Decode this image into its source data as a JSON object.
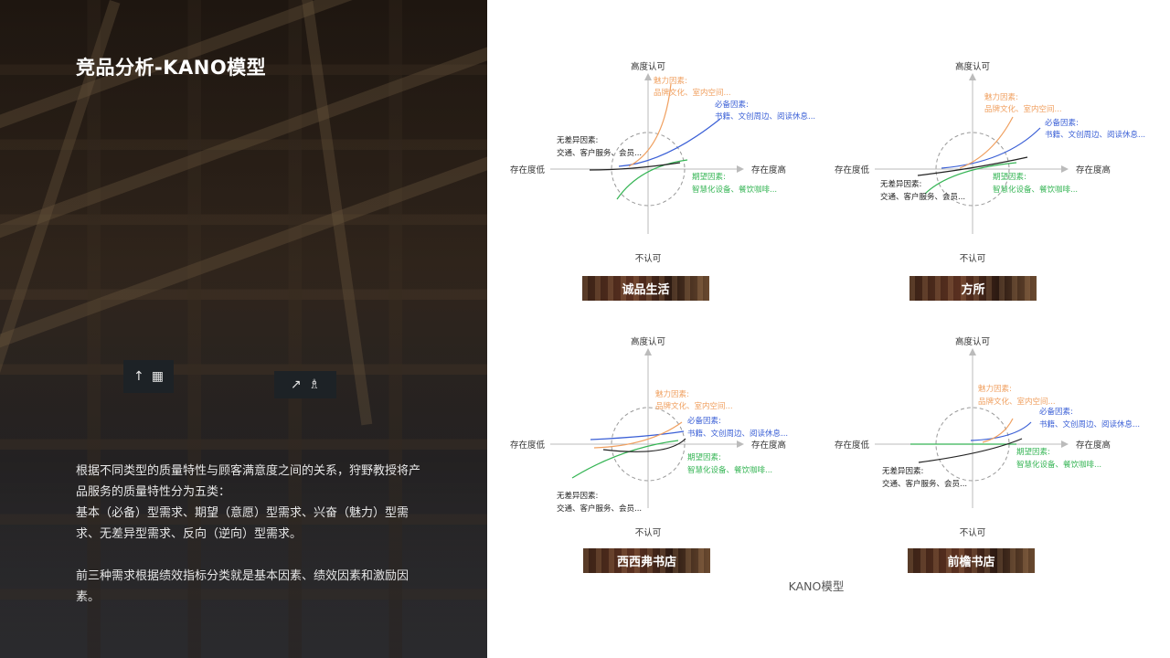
{
  "title": "竞品分析-KANO模型",
  "intro": {
    "lines": [
      "根据不同类型的质量特性与顾客满意度之间的关系，狩野教授将产品服务的质量特性分为五类：",
      "基本（必备）型需求、期望（意愿）型需求、兴奋（魅力）型需求、无差异型需求、反向（逆向）型需求。",
      "前三种需求根据绩效指标分类就是基本因素、绩效因素和激励因素。"
    ]
  },
  "background": {
    "sign_icons": [
      "up-arrow-icon",
      "escalator-icon",
      "restroom-icon"
    ]
  },
  "axes": {
    "top": "高度认可",
    "bottom": "不认可",
    "left": "存在度低",
    "right": "存在度高"
  },
  "factors": {
    "attractive": {
      "title": "魅力因素:",
      "items": "品牌文化、室内空间..."
    },
    "must_be": {
      "title": "必备因素:",
      "items": "书籍、文创周边、阅读休息..."
    },
    "one_dimensional": {
      "title": "期望因素:",
      "items": "智慧化设备、餐饮咖啡..."
    },
    "indifferent": {
      "title": "无差异因素:",
      "items": "交通、客户服务、会员..."
    }
  },
  "colors": {
    "attractive": "#f0a060",
    "must_be": "#3a5fd6",
    "one_dimensional": "#36b555",
    "indifferent": "#222222",
    "axis": "#bbbbbb"
  },
  "stores": [
    {
      "name": "诚品生活"
    },
    {
      "name": "方所"
    },
    {
      "name": "西西弗书店"
    },
    {
      "name": "前檐书店"
    }
  ],
  "caption": "KANO模型"
}
